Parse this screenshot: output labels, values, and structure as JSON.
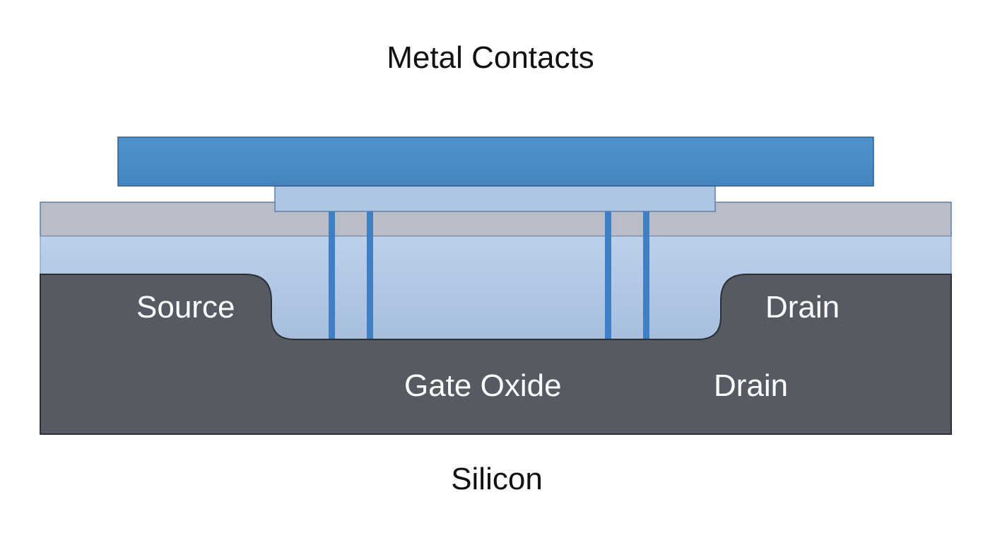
{
  "labels": {
    "title": "Metal Contacts",
    "source": "Source",
    "drain_upper": "Drain",
    "gate_oxide": "Gate Oxide",
    "drain_lower": "Drain",
    "bottom": "Silicon"
  },
  "colors": {
    "metal": "#4a8cc6",
    "metal_stroke": "#2f5f8e",
    "gate_plate": "#adc4e2",
    "oxide_top": "#b7bcc6",
    "oxide_lower": "#a9c0de",
    "substrate": "#565b63",
    "via": "#3f7fc4"
  }
}
